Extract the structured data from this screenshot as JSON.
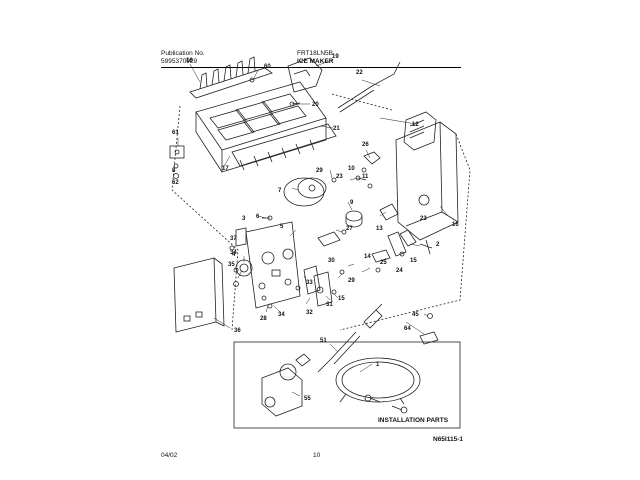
{
  "header": {
    "publication_label": "Publication No.",
    "publication_number": "5995370929",
    "model": "FRT18LN5B",
    "section": "ICE MAKER"
  },
  "callouts": [
    "18",
    "60",
    "19",
    "22",
    "20",
    "21",
    "61",
    "8",
    "62",
    "17",
    "12",
    "26",
    "10",
    "11",
    "23",
    "29",
    "7",
    "6",
    "5",
    "9",
    "3",
    "23",
    "16",
    "37",
    "27",
    "13",
    "2",
    "4",
    "25",
    "34",
    "30",
    "14",
    "24",
    "35",
    "33",
    "15",
    "29",
    "31",
    "15",
    "28",
    "34",
    "32",
    "36",
    "45",
    "51",
    "64",
    "1",
    "55"
  ],
  "installation_label": "INSTALLATION PARTS",
  "footer": {
    "date": "04/02",
    "page": "10",
    "code": "N65I115-1"
  }
}
